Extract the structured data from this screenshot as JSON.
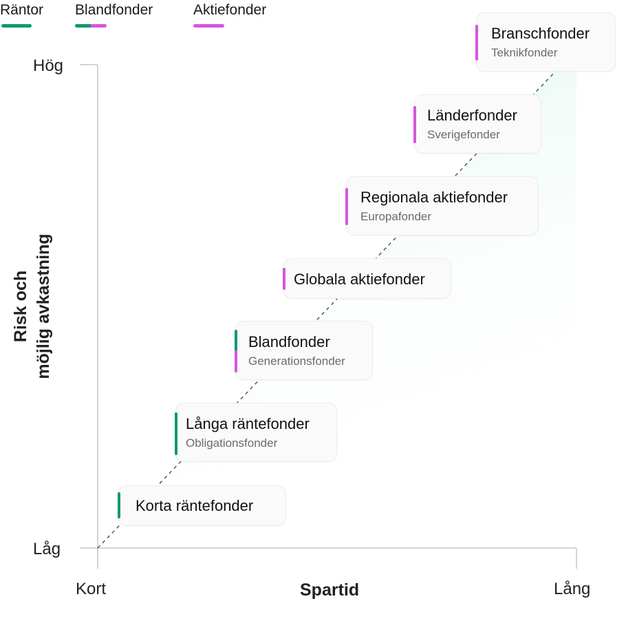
{
  "colors": {
    "rantor": "#0a9a70",
    "aktie": "#d656e0",
    "axis": "#a9a9a9",
    "diagonal": "#333333",
    "fill": "#dff6ec"
  },
  "legend": [
    {
      "label": "Räntor",
      "colors": [
        "#0a9a70"
      ]
    },
    {
      "label": "Blandfonder",
      "colors": [
        "#0a9a70",
        "#d656e0"
      ]
    },
    {
      "label": "Aktiefonder",
      "colors": [
        "#d656e0"
      ]
    }
  ],
  "axes": {
    "y_title_line1": "Risk och",
    "y_title_line2": "möjlig avkastning",
    "y_high": "Hög",
    "y_low": "Låg",
    "x_title": "Spartid",
    "x_short": "Kort",
    "x_long": "Lång"
  },
  "cards": [
    {
      "title": "Korta räntefonder",
      "subtitle": "",
      "category": "rantor"
    },
    {
      "title": "Långa räntefonder",
      "subtitle": "Obligationsfonder",
      "category": "rantor"
    },
    {
      "title": "Blandfonder",
      "subtitle": "Generationsfonder",
      "category": "bland"
    },
    {
      "title": "Globala aktiefonder",
      "subtitle": "",
      "category": "aktie"
    },
    {
      "title": "Regionala aktiefonder",
      "subtitle": "Europafonder",
      "category": "aktie"
    },
    {
      "title": "Länderfonder",
      "subtitle": "Sverigefonder",
      "category": "aktie"
    },
    {
      "title": "Branschfonder",
      "subtitle": "Teknikfonder",
      "category": "aktie"
    }
  ]
}
